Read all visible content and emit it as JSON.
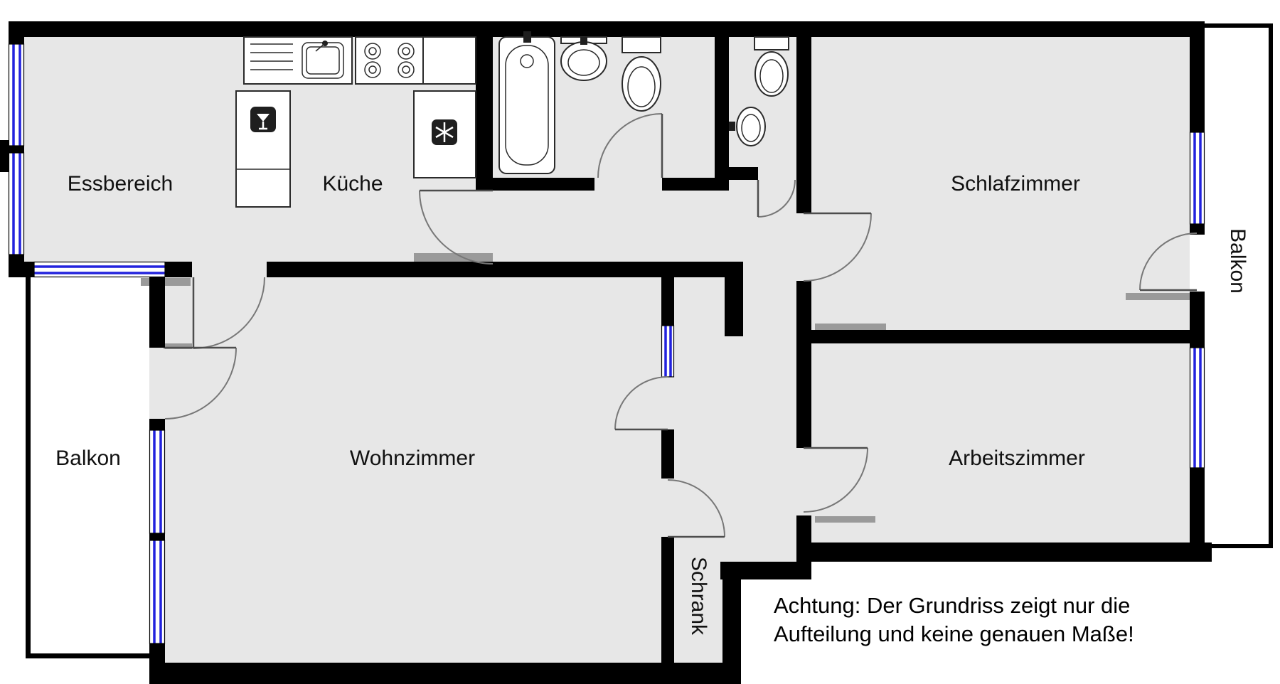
{
  "rooms": {
    "essbereich": {
      "label": "Essbereich"
    },
    "kueche": {
      "label": "Küche"
    },
    "schlafzimmer": {
      "label": "Schlafzimmer"
    },
    "wohnzimmer": {
      "label": "Wohnzimmer"
    },
    "arbeitszimmer": {
      "label": "Arbeitszimmer"
    },
    "schrank": {
      "label": "Schrank"
    },
    "balkon_left": {
      "label": "Balkon"
    },
    "balkon_right": {
      "label": "Balkon"
    }
  },
  "note": {
    "line1": "Achtung: Der Grundriss zeigt nur die",
    "line2": "Aufteilung und keine genauen Maße!"
  },
  "colors": {
    "floor": "#e7e7e7",
    "wall": "#000000",
    "window": "#2222dd",
    "door-arc": "#777777",
    "jamb": "#9a9a9a"
  },
  "fixtures": {
    "kitchen": [
      "kitchen-sink",
      "stove",
      "kitchen-counter",
      "fridge",
      "freezer"
    ],
    "bathroom": [
      "bathtub",
      "washbasin",
      "toilet"
    ],
    "wc": [
      "toilet",
      "corner-washbasin"
    ]
  }
}
